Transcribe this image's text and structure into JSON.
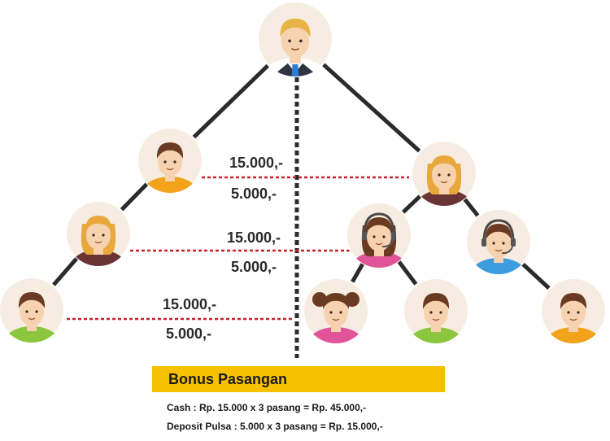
{
  "labels": {
    "level1_cash": "15.000,-",
    "level1_pulsa": "5.000,-",
    "level2_cash": "15.000,-",
    "level2_pulsa": "5.000,-",
    "level3_cash": "15.000,-",
    "level3_pulsa": "5.000,-"
  },
  "banner": {
    "title": "Bonus Pasangan"
  },
  "calculations": {
    "cash": "Cash : Rp. 15.000 x 3 pasang = Rp. 45.000,-",
    "pulsa": "Deposit Pulsa : 5.000 x 3 pasang = Rp. 15.000,-"
  },
  "colors": {
    "tree_line": "#2b2b2b",
    "pair_line": "#c8202a",
    "circle_bg": "#f7ece1",
    "skin": "#f6d2b0",
    "banner": "#f8c100"
  },
  "people": [
    {
      "id": "top",
      "hair": "#e8b447",
      "shirt": "#ffffff",
      "style": "suit"
    },
    {
      "id": "left-1",
      "hair": "#6b3a23",
      "shirt": "#f2a31b",
      "style": "man"
    },
    {
      "id": "left-2",
      "hair": "#e8a83c",
      "shirt": "#6b3434",
      "style": "woman"
    },
    {
      "id": "left-3",
      "hair": "#6b3a23",
      "shirt": "#8cc63e",
      "style": "man"
    },
    {
      "id": "right-1",
      "hair": "#e8a83c",
      "shirt": "#6b3434",
      "style": "woman"
    },
    {
      "id": "right-2a",
      "hair": "#6b3a23",
      "shirt": "#e2549a",
      "style": "headset-woman"
    },
    {
      "id": "right-2b",
      "hair": "#6b3a23",
      "shirt": "#3d9be0",
      "style": "headset-man"
    },
    {
      "id": "right-3a",
      "hair": "#6b3a23",
      "shirt": "#e2549a",
      "style": "girl"
    },
    {
      "id": "right-3b",
      "hair": "#6b3a23",
      "shirt": "#8cc63e",
      "style": "man"
    },
    {
      "id": "right-3c",
      "hair": "#6b3a23",
      "shirt": "#f2a31b",
      "style": "man"
    }
  ]
}
